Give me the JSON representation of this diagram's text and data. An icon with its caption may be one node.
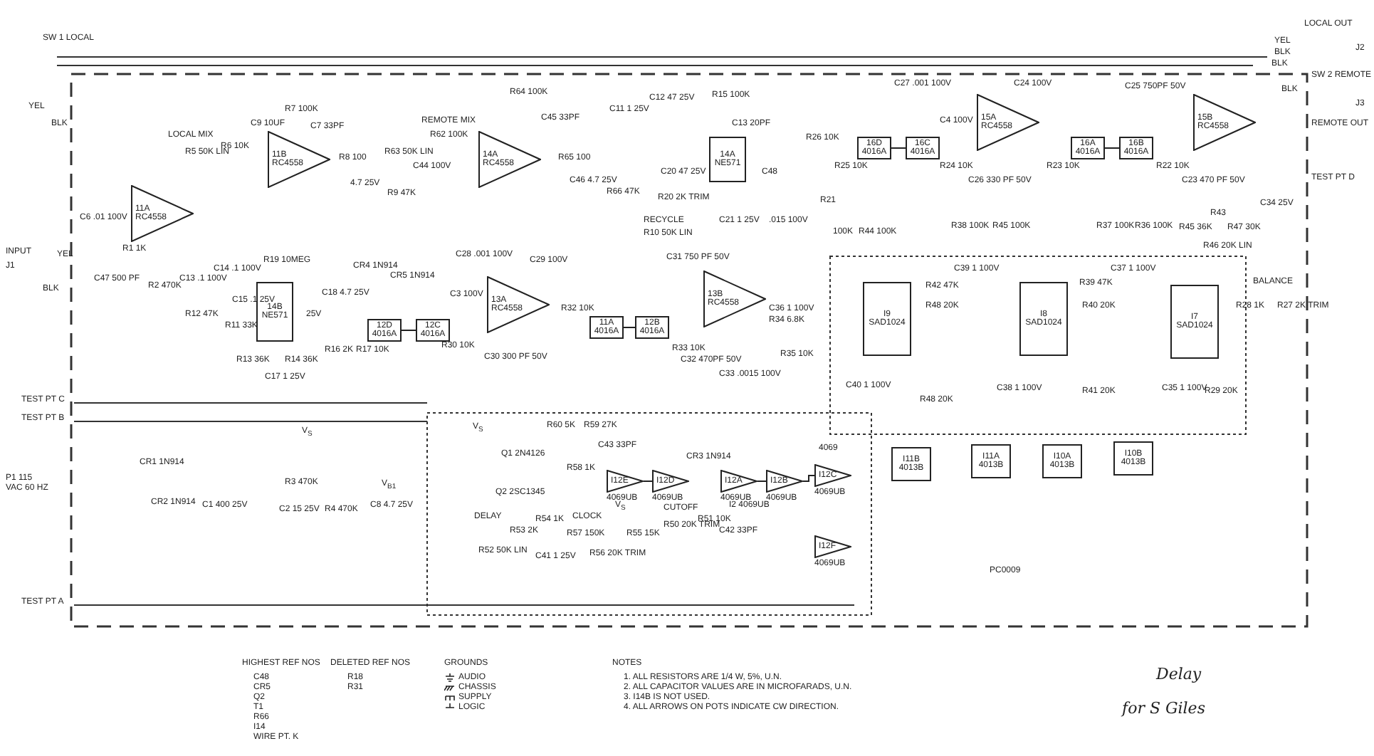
{
  "diagram": {
    "nodes": [
      {
        "text": [
          "11A",
          "RC4558"
        ]
      },
      {
        "text": [
          "11B",
          "RC4558"
        ]
      },
      {
        "text": [
          "14A",
          "RC4558"
        ]
      },
      {
        "text": [
          "14B",
          "NE571"
        ]
      },
      {
        "text": [
          "12D",
          "4016A"
        ]
      },
      {
        "text": [
          "12C",
          "4016A"
        ]
      },
      {
        "text": [
          "13A",
          "RC4558"
        ]
      },
      {
        "text": [
          "11A",
          "4016A"
        ]
      },
      {
        "text": [
          "12B",
          "4016A"
        ]
      },
      {
        "text": [
          "13B",
          "RC4558"
        ]
      },
      {
        "text": [
          "14A",
          "NE571"
        ]
      },
      {
        "text": [
          "16D",
          "4016A"
        ]
      },
      {
        "text": [
          "16C",
          "4016A"
        ]
      },
      {
        "text": [
          "15A",
          "RC4558"
        ]
      },
      {
        "text": [
          "16A",
          "4016A"
        ]
      },
      {
        "text": [
          "16B",
          "4016A"
        ]
      },
      {
        "text": [
          "15B",
          "RC4558"
        ]
      },
      {
        "text": [
          "I9",
          "SAD1024"
        ]
      },
      {
        "text": [
          "I8",
          "SAD1024"
        ]
      },
      {
        "text": [
          "I7",
          "SAD1024"
        ]
      },
      {
        "text": [
          "I11B",
          "4013B"
        ]
      },
      {
        "text": [
          "I11A",
          "4013B"
        ]
      },
      {
        "text": [
          "I10A",
          "4013B"
        ]
      },
      {
        "text": [
          "I10B",
          "4013B"
        ]
      },
      {
        "text": [
          "I12E"
        ],
        "beside": [
          "4069UB"
        ]
      },
      {
        "text": [
          "I12D"
        ],
        "beside": [
          "4069UB"
        ]
      },
      {
        "text": [
          "I12A"
        ],
        "beside": [
          "4069UB"
        ]
      },
      {
        "text": [
          "I12B"
        ],
        "beside": [
          "4069UB"
        ]
      },
      {
        "text": [
          "I12C"
        ],
        "beside": [
          "4069UB"
        ]
      },
      {
        "text": [
          "I12F"
        ],
        "beside": [
          "4069UB"
        ]
      }
    ],
    "edges": [
      {
        "from": 4,
        "to": 5,
        "arrow": "none"
      },
      {
        "from": 7,
        "to": 8,
        "arrow": "none"
      },
      {
        "from": 11,
        "to": 12,
        "arrow": "none"
      },
      {
        "from": 14,
        "to": 15,
        "arrow": "none"
      },
      {
        "from": 24,
        "to": 25,
        "arrow": "none"
      },
      {
        "from": 26,
        "to": 27,
        "arrow": "none"
      },
      {
        "from": 27,
        "to": 28,
        "arrow": "none"
      }
    ],
    "labels": [
      "SW 1 LOCAL",
      "YEL",
      "BLK",
      "INPUT",
      "J1",
      "YEL",
      "BLK",
      "C6 .01 100V",
      "R1 1K",
      "C47 500 PF",
      "R2 470K",
      "LOCAL MIX",
      "R5 50K LIN",
      "R6 10K",
      "C9 10UF",
      "R7 100K",
      "C7 33PF",
      "R8 100",
      "4.7 25V",
      "R9 47K",
      "REMOTE MIX",
      "R63 50K LIN",
      "C44 100V",
      "R62 100K",
      "R64 100K",
      "C45 33PF",
      "R65 100",
      "C46 4.7 25V",
      "R66 47K",
      "C11 1 25V",
      "C12 47 25V",
      "R15 100K",
      "C13 20PF",
      "C20 47 25V",
      "C48",
      "R20 2K TRIM",
      "C21 1 25V",
      ".015 100V",
      "R21",
      "RECYCLE",
      "R10 50K LIN",
      "R26 10K",
      "R25 10K",
      "C27 .001 100V",
      "C24 100V",
      "C4 100V",
      "R24 10K",
      "C26 330 PF 50V",
      "R23 10K",
      "C25 750PF 50V",
      "R22 10K",
      "C23 470 PF 50V",
      "LOCAL OUT",
      "YEL",
      "BLK",
      "J2",
      "BLK",
      "BLK",
      "SW 2 REMOTE",
      "J3",
      "REMOTE OUT",
      "TEST PT D",
      "C34 25V",
      "R43",
      "R45 36K",
      "R47 30K",
      "R46 20K LIN",
      "R38 100K",
      "R45 100K",
      "R37 100K",
      "R36 100K",
      "100K",
      "R44 100K",
      "BALANCE",
      "R28 1K",
      "R27 2K TRIM",
      "R39 47K",
      "C37 1 100V",
      "R40 20K",
      "R42 47K",
      "C39 1 100V",
      "R48 20K",
      "C38 1 100V",
      "R41 20K",
      "C35 1 100V",
      "R29 20K",
      "C40 1 100V",
      "R48 20K",
      "R19 10MEG",
      "CR4 1N914",
      "CR5 1N914",
      "C15 .1 25V",
      "C14 .1 100V",
      "C13 .1 100V",
      "R12 47K",
      "R11 33K",
      "C18 4.7 25V",
      "25V",
      "R13 36K",
      "R14 36K",
      "R16 2K",
      "R17 10K",
      "C17 1 25V",
      "C28 .001 100V",
      "C3 100V",
      "C29 100V",
      "R30 10K",
      "C30 300 PF 50V",
      "R32 10K",
      "C31 750 PF 50V",
      "R33 10K",
      "C32 470PF 50V",
      "C33 .0015 100V",
      "R34 6.8K",
      "C36 1 100V",
      "R35 10K",
      "TEST PT C",
      "TEST PT B",
      "P1 115 VAC 60 HZ",
      "CR1 1N914",
      "CR2 1N914",
      "C1 400 25V",
      "C2 15 25V",
      "R3 470K",
      "R4 470K",
      "C8 4.7 25V",
      "TEST PT A",
      "Q1 2N4126",
      "Q2 2SC1345",
      "R60 5K",
      "R59 27K",
      "C43 33PF",
      "R58 1K",
      "DELAY",
      "R53 2K",
      "R52 50K LIN",
      "R54 1K",
      "C41 1 25V",
      "CLOCK",
      "R57 150K",
      "R56 20K TRIM",
      "R55 15K",
      "CR3 1N914",
      "CUTOFF",
      "R50 20K TRIM",
      "R51 10K",
      "C42 33PF",
      "I2 4069UB",
      "4069",
      "PC0009",
      "V$_{S}$",
      "V$_{B1}$",
      "V$_{S}$",
      "V$_{S}$",
      "HIGHEST REF NOS",
      "C48",
      "CR5",
      "Q2",
      "T1",
      "R66",
      "I14",
      "WIRE PT. K",
      "DELETED REF NOS",
      "R18",
      "R31",
      "GROUNDS",
      "NOTES",
      "1. ALL RESISTORS ARE 1/4 W, 5%, U.N.",
      "2. ALL CAPACITOR VALUES ARE IN MICROFARADS, U.N.",
      "3. I14B IS NOT USED.",
      "4. ALL ARROWS ON POTS INDICATE CW DIRECTION.",
      "Delay",
      "for S Giles"
    ],
    "legend": [
      {
        "text": "AUDIO"
      },
      {
        "text": "CHASSIS"
      },
      {
        "text": "SUPPLY"
      },
      {
        "text": "LOGIC"
      }
    ]
  }
}
